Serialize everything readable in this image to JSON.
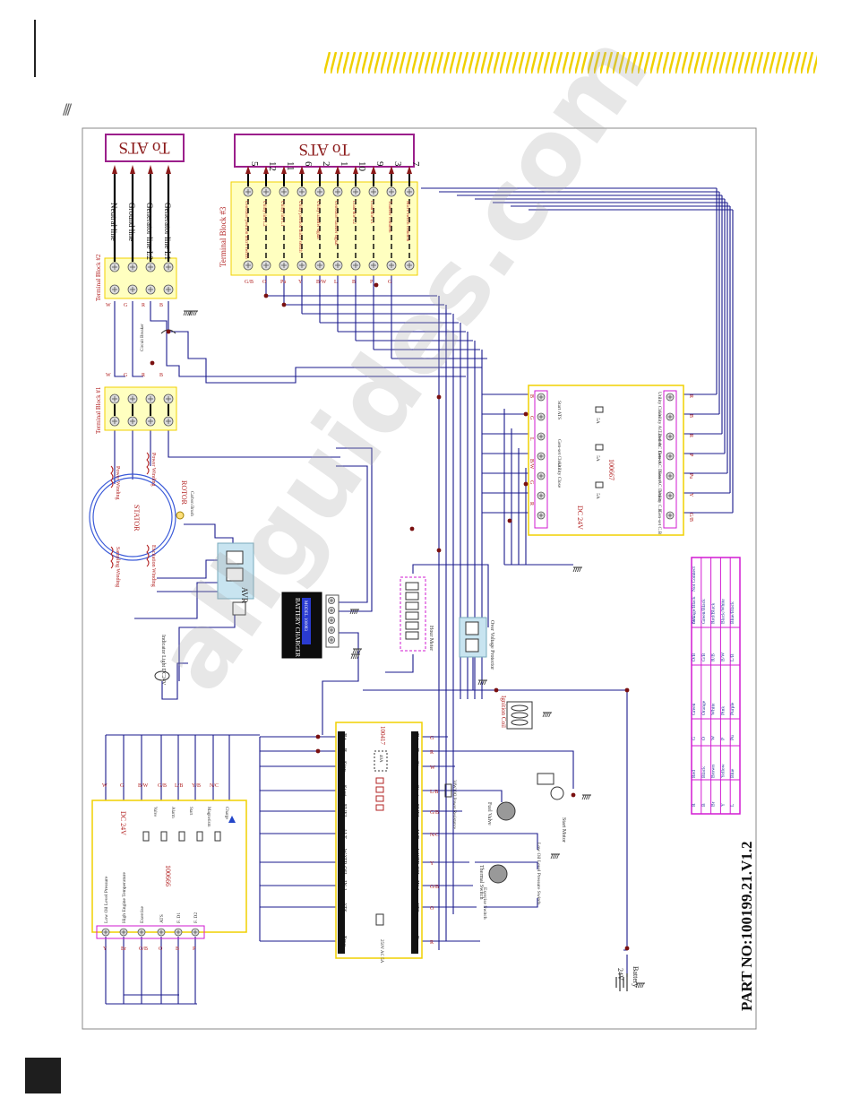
{
  "header": {
    "slashes": "///"
  },
  "title_box_left": "To ATS",
  "title_box_right": "To ATS",
  "part_number": "PART NO:100199.21.V1.2",
  "watermark": "allguides.com",
  "terminal_blocks": {
    "tb1": "Terminal Block #1",
    "tb2": "Terminal Block #2",
    "tb3": "Terminal Block #3"
  },
  "tb2_lines": [
    "Neutral line",
    "Ground line",
    "Generator line L2",
    "Generator line L1"
  ],
  "tb2_wires": [
    "W",
    "G",
    "R",
    "B"
  ],
  "tb3_numbers": [
    "5",
    "12",
    "11",
    "6",
    "2",
    "1",
    "10",
    "9",
    "3",
    "7"
  ],
  "tb3_labels": [
    "Generator position micro switch",
    "Utility line L2",
    "Utility line L1",
    "Utility position micro switch",
    "Utility transfer signal",
    "Generator transfer signal",
    "Load line L2",
    "Load line L1",
    "Transfer common",
    "Micro switch common"
  ],
  "tb3_wires": [
    "G/B",
    "O",
    "Pu",
    "Y",
    "B/W",
    "L",
    "B",
    "P",
    "G",
    ""
  ],
  "components": {
    "stator": "STATOR",
    "rotor": "ROTOR",
    "carbon_brush": "Carbon Brush",
    "power_winding_1": "Power Winding",
    "power_winding_2": "Power Winding",
    "sampling_winding": "Sampling Winding",
    "excitation_winding": "Excitation Winding",
    "avr": "AVR",
    "circuit_breaker": "Circuit Breaker",
    "battery_charger": "BATTERY CHARGER",
    "charger_model": "MODEL 100083",
    "hour_meter": "Hour Meter",
    "over_voltage": "Over Voltage Protector",
    "ignition_coil": "Ignition Coil",
    "indicator_light": "Indicator Light DC24V",
    "fuel_valve": "Fuel Valve",
    "start_motor": "Start Motor",
    "oil_switch": "Low Oil Level Pressure Switch",
    "thermal_switch": "Thermal Switch",
    "exercise_switch": "Exercise Switch",
    "power_resistance": "30W10Ω Power Resistance",
    "battery": "Battery",
    "battery_v": "24V",
    "fuse": "250V AC 5A",
    "relay_40a": "40A"
  },
  "board_100666": {
    "id": "100666",
    "voltage": "DC 24V",
    "left_labels": [
      "Low Oil Level Pressure",
      "High Engine Temperature",
      "Exercise",
      "ATS",
      "F. D1",
      "F. D2"
    ],
    "left_wires": [
      "Y",
      "Br",
      "O/B",
      "O",
      "B",
      "P"
    ],
    "top_wires": [
      "W",
      "G",
      "B/W",
      "G/B",
      "L/B",
      "Y/B",
      "N/C"
    ],
    "leds": [
      "Valve",
      "Alarm",
      "Start",
      "Magnetism",
      "Charge"
    ]
  },
  "board_100417": {
    "id": "100417",
    "top_terminals": [
      "Freq",
      "ATS",
      "IN 1",
      "WATR OIL",
      "ALT",
      "FUEL",
      "Start",
      "Stop",
      "B-",
      "B+"
    ],
    "bottom_wires": [
      "R",
      "O",
      "O/B",
      "Y",
      "N/C",
      "G/B",
      "L/B",
      "W",
      "R",
      "G"
    ]
  },
  "board_100667": {
    "id": "100667",
    "voltage": "DC 24V",
    "labels": [
      "Start ATS",
      "Gen-set Close",
      "Utility Close",
      "Utility AC Detect",
      "Load AC Detect",
      "Gen-AC Detect",
      "Gen-AC Detect",
      "Utility C.B",
      "Gen-set C.B"
    ],
    "relays": [
      "5A",
      "5A",
      "5A"
    ],
    "wires_left": [
      "B",
      "G",
      "L",
      "B/W",
      "G",
      "R"
    ],
    "wires_right": [
      "R",
      "B",
      "R",
      "P",
      "Pu",
      "Y",
      "G/B"
    ]
  },
  "legend": {
    "rows": [
      [
        "R",
        "Red",
        "G",
        "Green",
        "O/B",
        "Orange/Black",
        "N/C",
        "Not Connect"
      ],
      [
        "B",
        "Black",
        "O",
        "Orange",
        "G/B",
        "Green/Black",
        "",
        ""
      ],
      [
        "Br",
        "Brown",
        "W",
        "White",
        "R/B",
        "Red/Black",
        "",
        ""
      ],
      [
        "Y",
        "Yellow",
        "P",
        "Pink",
        "B/W",
        "Black/White",
        "",
        ""
      ],
      [
        "L",
        "Blue",
        "Pu",
        "Purple",
        "L/B",
        "Blue/Black",
        "",
        ""
      ]
    ]
  },
  "colors": {
    "wire": "#1a1a8c",
    "red": "#b22222",
    "block_fill": "#ffffc0",
    "block_border": "#f0d000",
    "frame_purple": "#9b1f8b",
    "magenta": "#d21ad2",
    "avr_fill": "#c8e4f0"
  }
}
